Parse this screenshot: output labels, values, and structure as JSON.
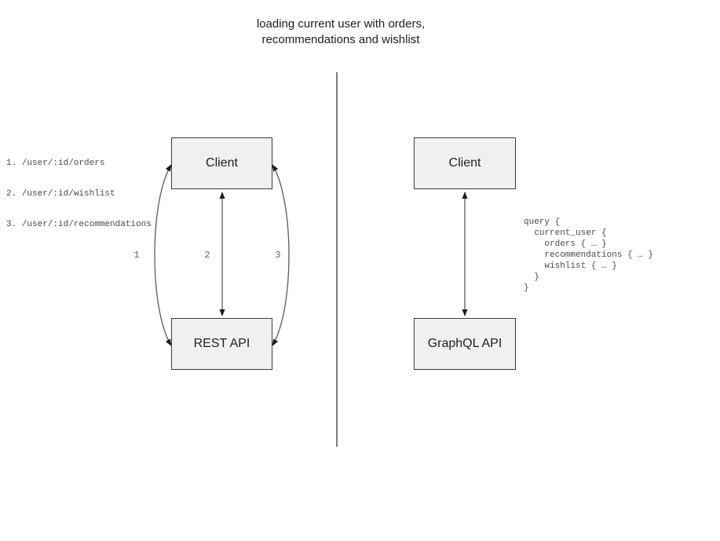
{
  "title": {
    "line1": "loading current user with orders,",
    "line2": "recommendations and wishlist"
  },
  "colors": {
    "background": "#ffffff",
    "box_fill": "#f0f0f0",
    "box_border": "#3d3d3d",
    "arrow_line": "#5c5c5c",
    "arrowhead": "#1c1c1c",
    "divider": "#7c7c7c",
    "code_text": "#4a4a4a",
    "label_text": "#666666",
    "heading_text": "#1f1f1f"
  },
  "left_panel": {
    "endpoints": [
      "1. /user/:id/orders",
      "2. /user/:id/wishlist",
      "3. /user/:id/recommendations"
    ],
    "client_box_label": "Client",
    "api_box_label": "REST API",
    "arrow_labels": [
      "1",
      "2",
      "3"
    ]
  },
  "right_panel": {
    "client_box_label": "Client",
    "api_box_label": "GraphQL API",
    "query_code": "query {\n  current_user {\n    orders { … }\n    recommendations { … }\n    wishlist { … }\n  }\n}"
  }
}
